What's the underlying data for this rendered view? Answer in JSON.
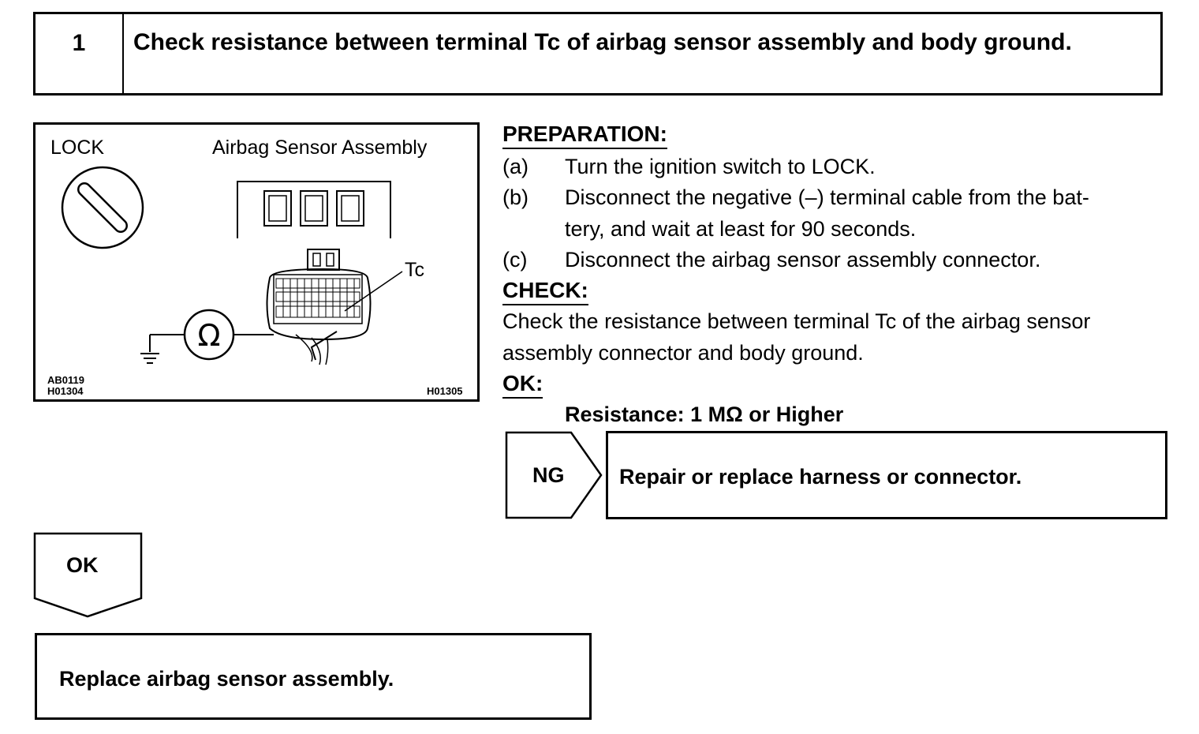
{
  "step": {
    "number": "1",
    "title": "Check resistance between terminal Tc of airbag sensor assembly and body ground."
  },
  "figure": {
    "lock_label": "LOCK",
    "assembly_label": "Airbag Sensor Assembly",
    "terminal_label": "Tc",
    "ohm_symbol": "Ω",
    "code_1": "AB0119",
    "code_2": "H01304",
    "code_3": "H01305"
  },
  "preparation": {
    "heading": "PREPARATION:",
    "steps": [
      {
        "letter": "(a)",
        "text": "Turn the ignition switch to LOCK."
      },
      {
        "letter": "(b)",
        "text": "Disconnect the negative (–) terminal cable from the bat-\ntery, and wait at least for 90 seconds."
      },
      {
        "letter": "(c)",
        "text": "Disconnect the airbag sensor assembly connector."
      }
    ]
  },
  "check": {
    "heading": "CHECK:",
    "text": "Check the resistance between terminal Tc of the airbag sensor assembly connector and body ground."
  },
  "ok_standard": {
    "heading": "OK:",
    "value": "Resistance: 1 MΩ or Higher"
  },
  "ng_branch": {
    "label": "NG",
    "action": "Repair or replace harness or connector."
  },
  "ok_branch": {
    "label": "OK",
    "action": "Replace airbag sensor assembly."
  }
}
